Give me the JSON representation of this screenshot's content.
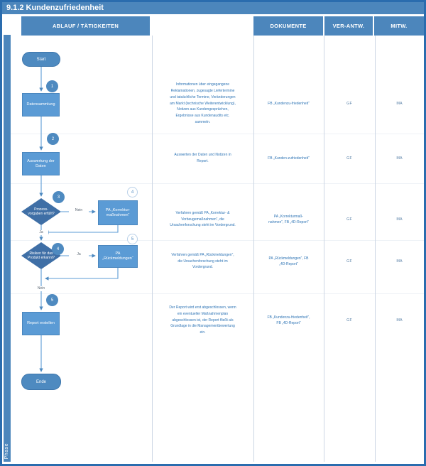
{
  "title": "9.1.2 Kundenzufriedenheit",
  "phase_label": "Phase",
  "header": {
    "col_ablauf": "ABLAUF / TÄTIGKEITEN",
    "col_blank": "",
    "col_dokumente": "DOKUMENTE",
    "col_verantw": "VER-ANTW.",
    "col_mitw": "MITW."
  },
  "flowchart": {
    "start_label": "Start",
    "end_label": "Ende",
    "node1": {
      "num": "1",
      "label": "Datensammlung"
    },
    "node2": {
      "num": "2",
      "label": "Auswertung der Daten"
    },
    "decision1": {
      "num": "3",
      "label": "Prozess-vorgaben erfüllt?",
      "no_label": "Nein",
      "yes_label": "Ja"
    },
    "side1": {
      "ref": "4",
      "label": "PA „Korrektur-maßnahmen“"
    },
    "decision2": {
      "num": "4",
      "label": "Risiken für das Produkt erkannt?",
      "yes_label": "Ja",
      "no_label": "Nein"
    },
    "side2": {
      "ref": "5",
      "label": "PA „Rückmeldungen“"
    },
    "node5": {
      "num": "5",
      "label": "Report erstellen"
    }
  },
  "rows": [
    {
      "description": "Informationen über eingegangene Reklamationen, zugesagte Liefertermine und tatsächliche Termine, Veränderungen am Markt (technische Weiterentwicklung), Notizen aus Kundengesprächen, Ergebnisse aus Kundenaudits etc. sammeln.",
      "dokumente": "FB „Kundenzu-friedenheit“",
      "verantw": "GF",
      "mitw": "MA"
    },
    {
      "description": "Auswerten der Daten und Notizen in Report.",
      "dokumente": "FB „Kunden-zufriedenheit“",
      "verantw": "GF",
      "mitw": "MA"
    },
    {
      "description": "Verfahren gemäß PA „Korrektur- & Vorbeugemaßnahmen“, die Ursachenforschung steht im Vordergrund.",
      "dokumente": "PA „Korrekturmaß-nahmen“, FB „4D-Report“",
      "verantw": "GF",
      "mitw": "MA"
    },
    {
      "description": "Verfahren gemäß PA „Rückmeldungen“, die Ursachenforschung steht im Vordergrund.",
      "dokumente": "PA „Rückmeldungen“, FB „4D-Report“",
      "verantw": "GF",
      "mitw": "MA"
    },
    {
      "description": "Der Report wird erst abgeschlossen, wenn ein eventueller Maßnahmenplan abgeschlossen ist, der Report fließt als Grundlage in die Managementbewertung ein.",
      "dokumente": "FB „Kundenzu-friedenheit“, FB „4D-Report“",
      "verantw": "GF",
      "mitw": "MA"
    }
  ]
}
